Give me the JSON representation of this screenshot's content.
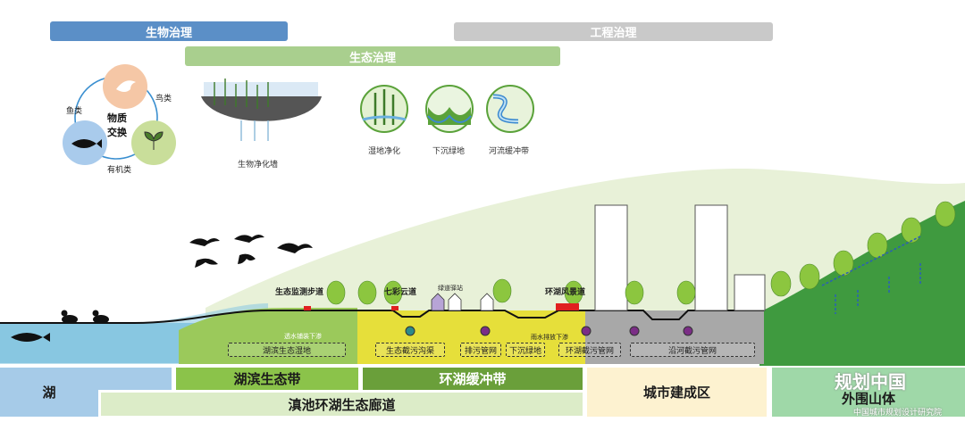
{
  "header": {
    "bio_governance": "生物治理",
    "engineering_governance": "工程治理",
    "eco_governance": "生态治理"
  },
  "cycle": {
    "center_line1": "物质",
    "center_line2": "交换",
    "birds": "鸟类",
    "fish": "鱼类",
    "organic": "有机类"
  },
  "eco_icons": {
    "bio_wall": "生物净化墙",
    "wetland": "湿地净化",
    "sunken_green": "下沉绿地",
    "river_buffer": "河流缓冲带"
  },
  "section_labels": {
    "monitor_trail": "生态监测步道",
    "rainbow_road": "七彩云道",
    "green_road": "绿道驿站",
    "scenic_road": "环湖风景道",
    "seepage": "透水铺装下渗",
    "runoff": "雨水排放下渗"
  },
  "boxes": {
    "lakeside_wetland": "湖滨生态湿地",
    "eco_ditch": "生态截污沟渠",
    "sewage_net": "排污管网",
    "sunken_green": "下沉绿地",
    "lake_pipe": "环湖截污管网",
    "river_pipe": "沿河截污管网"
  },
  "zones": {
    "lake": "湖",
    "lakeside_belt": "湖滨生态带",
    "buffer_belt": "环湖缓冲带",
    "urban": "城市建成区",
    "outer_mountain": "外围山体",
    "corridor": "滇池环湖生态廊道"
  },
  "watermark": {
    "brand": "规划中国",
    "org": "中国城市规划设计研究院"
  },
  "colors": {
    "bio_bar": "#5b8fc7",
    "eng_bar": "#c7c7c7",
    "eco_bar": "#a9cf8e",
    "lake": "#a6cbe8",
    "lakeside": "#8bc34a",
    "buffer": "#6a9f3a",
    "urban": "#fdf2d0",
    "mountain": "#9fd8a8",
    "corridor": "#dcecc8"
  }
}
